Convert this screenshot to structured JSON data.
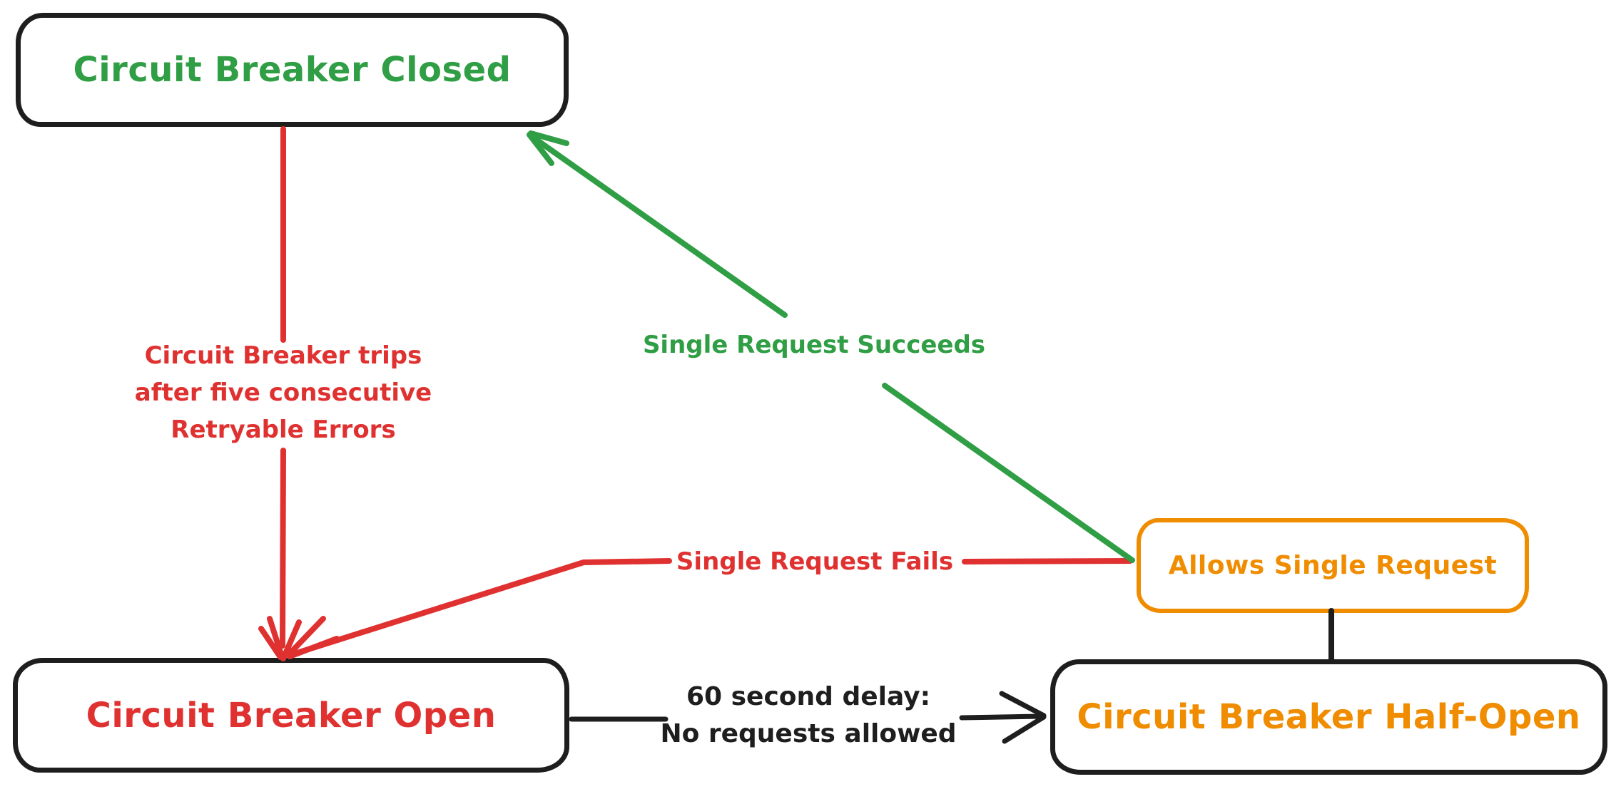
{
  "diagram": {
    "background": "#ffffff",
    "nodes": {
      "closed": {
        "label": "Circuit Breaker Closed",
        "text_color": "#2f9e44",
        "border_color": "#1e1e1e"
      },
      "open": {
        "label": "Circuit Breaker Open",
        "text_color": "#e03131",
        "border_color": "#1e1e1e"
      },
      "half_open": {
        "label": "Circuit Breaker Half-Open",
        "text_color": "#f08c00",
        "border_color": "#1e1e1e"
      },
      "allows": {
        "label": "Allows Single Request",
        "text_color": "#f08c00",
        "border_color": "#f08c00"
      }
    },
    "edges": {
      "trips": {
        "color": "#e03131",
        "from": "closed",
        "to": "open",
        "label_lines": [
          "Circuit Breaker trips",
          "after five consecutive",
          "Retryable Errors"
        ]
      },
      "succeeds": {
        "color": "#2f9e44",
        "from": "allows",
        "to": "closed",
        "label": "Single Request Succeeds"
      },
      "fails": {
        "color": "#e03131",
        "from": "allows",
        "to": "open",
        "label": "Single Request Fails"
      },
      "delay": {
        "color": "#1e1e1e",
        "from": "open",
        "to": "half_open",
        "label_lines": [
          "60 second delay:",
          "No requests allowed"
        ]
      },
      "connector": {
        "color": "#1e1e1e",
        "from": "allows",
        "to": "half_open"
      }
    }
  }
}
